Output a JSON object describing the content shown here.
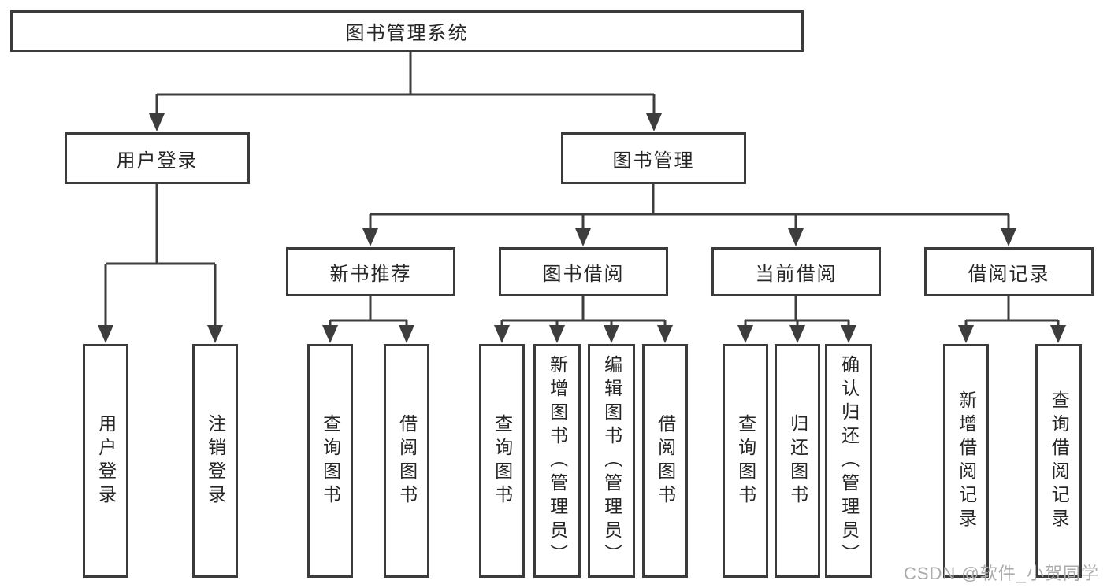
{
  "diagram": {
    "root": {
      "label": "图书管理系统"
    },
    "level2": [
      {
        "label": "用户登录"
      },
      {
        "label": "图书管理"
      }
    ],
    "level3": [
      {
        "label": "新书推荐"
      },
      {
        "label": "图书借阅"
      },
      {
        "label": "当前借阅"
      },
      {
        "label": "借阅记录"
      }
    ],
    "leaves": {
      "user_login": [
        {
          "label": "用户登录"
        },
        {
          "label": "注销登录"
        }
      ],
      "new_book": [
        {
          "label": "查询图书"
        },
        {
          "label": "借阅图书"
        }
      ],
      "book_borrow": [
        {
          "label": "查询图书"
        },
        {
          "label": "新增图书（管理员）"
        },
        {
          "label": "编辑图书（管理员）"
        },
        {
          "label": "借阅图书"
        }
      ],
      "current_borrow": [
        {
          "label": "查询图书"
        },
        {
          "label": "归还图书"
        },
        {
          "label": "确认归还（管理员）"
        }
      ],
      "borrow_records": [
        {
          "label": "新增借阅记录"
        },
        {
          "label": "查询借阅记录"
        }
      ]
    }
  },
  "watermark": {
    "text": "CSDN @软件_小贺同学"
  },
  "colors": {
    "line": "#3d3d3d",
    "box_border": "#3b3b3b",
    "text": "#262626",
    "background": "#ffffff",
    "watermark": "#ababab"
  }
}
